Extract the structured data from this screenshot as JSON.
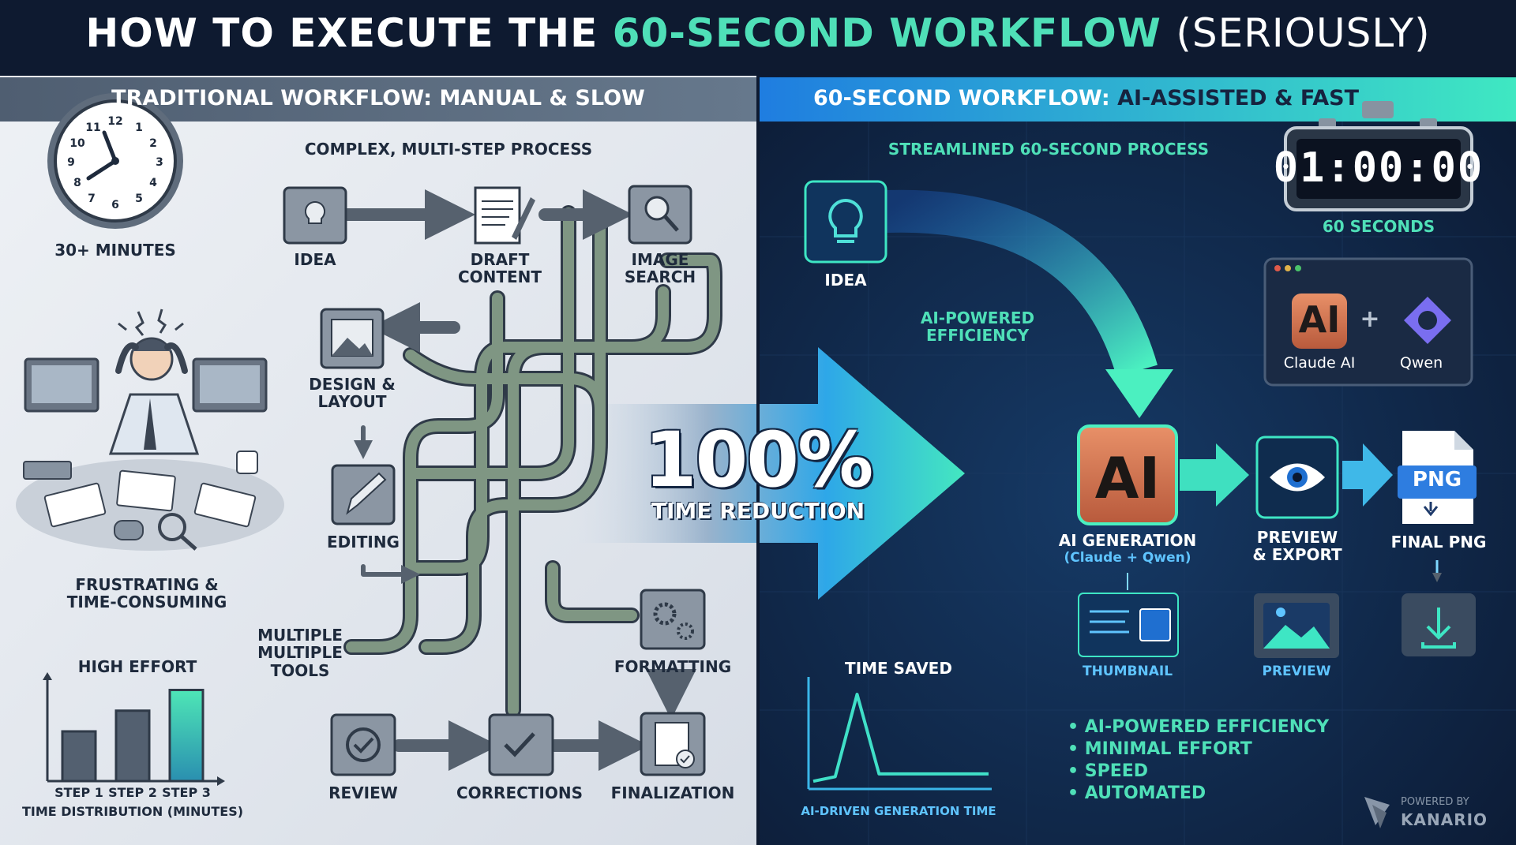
{
  "title": {
    "lead": "HOW TO EXECUTE THE",
    "accent": "60-SECOND WORKFLOW",
    "tail": "(SERIOUSLY)"
  },
  "left": {
    "header": "TRADITIONAL WORKFLOW: MANUAL & SLOW",
    "clock_caption": "30+ MINUTES",
    "process_title": "COMPLEX, MULTI-STEP PROCESS",
    "steps": {
      "idea": "IDEA",
      "draft_1": "DRAFT",
      "draft_2": "CONTENT",
      "image_1": "IMAGE",
      "image_2": "SEARCH",
      "design_1": "DESIGN &",
      "design_2": "LAYOUT",
      "editing": "EDITING",
      "formatting": "FORMATTING",
      "review": "REVIEW",
      "corrections": "CORRECTIONS",
      "finalization": "FINALIZATION"
    },
    "tools_1": "MULTIPLE",
    "tools_2": "MULTIPLE",
    "tools_3": "TOOLS",
    "frustrating_1": "FRUSTRATING &",
    "frustrating_2": "TIME-CONSUMING",
    "effort_chart": {
      "title": "HIGH EFFORT",
      "categories": [
        "STEP 1",
        "STEP 2",
        "STEP 3"
      ],
      "xlabel": "TIME DISTRIBUTION (MINUTES)"
    }
  },
  "center": {
    "percent": "100%",
    "label": "TIME REDUCTION"
  },
  "right": {
    "header_lead": "60-SECOND WORKFLOW: ",
    "header_accent": "AI-ASSISTED & FAST",
    "process_title": "STREAMLINED 60-SECOND PROCESS",
    "idea": "IDEA",
    "efficiency_1": "AI-POWERED",
    "efficiency_2": "EFFICIENCY",
    "timer": "01:00:00",
    "timer_caption": "60 SECONDS",
    "tools": {
      "a": "Claude AI",
      "b": "Qwen",
      "plus": "+"
    },
    "ai_logo": "AI",
    "ai_gen_1": "AI GENERATION",
    "ai_gen_2": "(Claude + Qwen)",
    "preview_1": "PREVIEW",
    "preview_2": "& EXPORT",
    "png_badge": "PNG",
    "final": "FINAL PNG",
    "thumbnail": "THUMBNAIL",
    "preview_small": "PREVIEW",
    "time_saved": "TIME SAVED",
    "time_chart_label": "AI-DRIVEN GENERATION TIME",
    "bullets": [
      "AI-POWERED EFFICIENCY",
      "MINIMAL EFFORT",
      "SPEED",
      "AUTOMATED"
    ],
    "powered_by": "POWERED BY",
    "brand": "KANARIO"
  },
  "chart_data": [
    {
      "type": "bar",
      "title": "HIGH EFFORT",
      "categories": [
        "STEP 1",
        "STEP 2",
        "STEP 3"
      ],
      "values": [
        6,
        8.5,
        11
      ],
      "xlabel": "TIME DISTRIBUTION (MINUTES)",
      "ylabel": ""
    },
    {
      "type": "line",
      "title": "TIME SAVED",
      "xlabel": "AI-DRIVEN GENERATION TIME",
      "x": [
        0,
        1,
        2,
        3,
        4,
        5,
        6,
        7,
        8
      ],
      "y": [
        0.5,
        1,
        10,
        1.3,
        1.3,
        1.3,
        1.3,
        1.3,
        1.3
      ]
    }
  ],
  "colors": {
    "left_bg": "#e4e9ef",
    "right_bg": "#0f2244",
    "accent": "#4fe0b8",
    "ai_orange": "#d4714e",
    "band": "#0e1a30"
  }
}
